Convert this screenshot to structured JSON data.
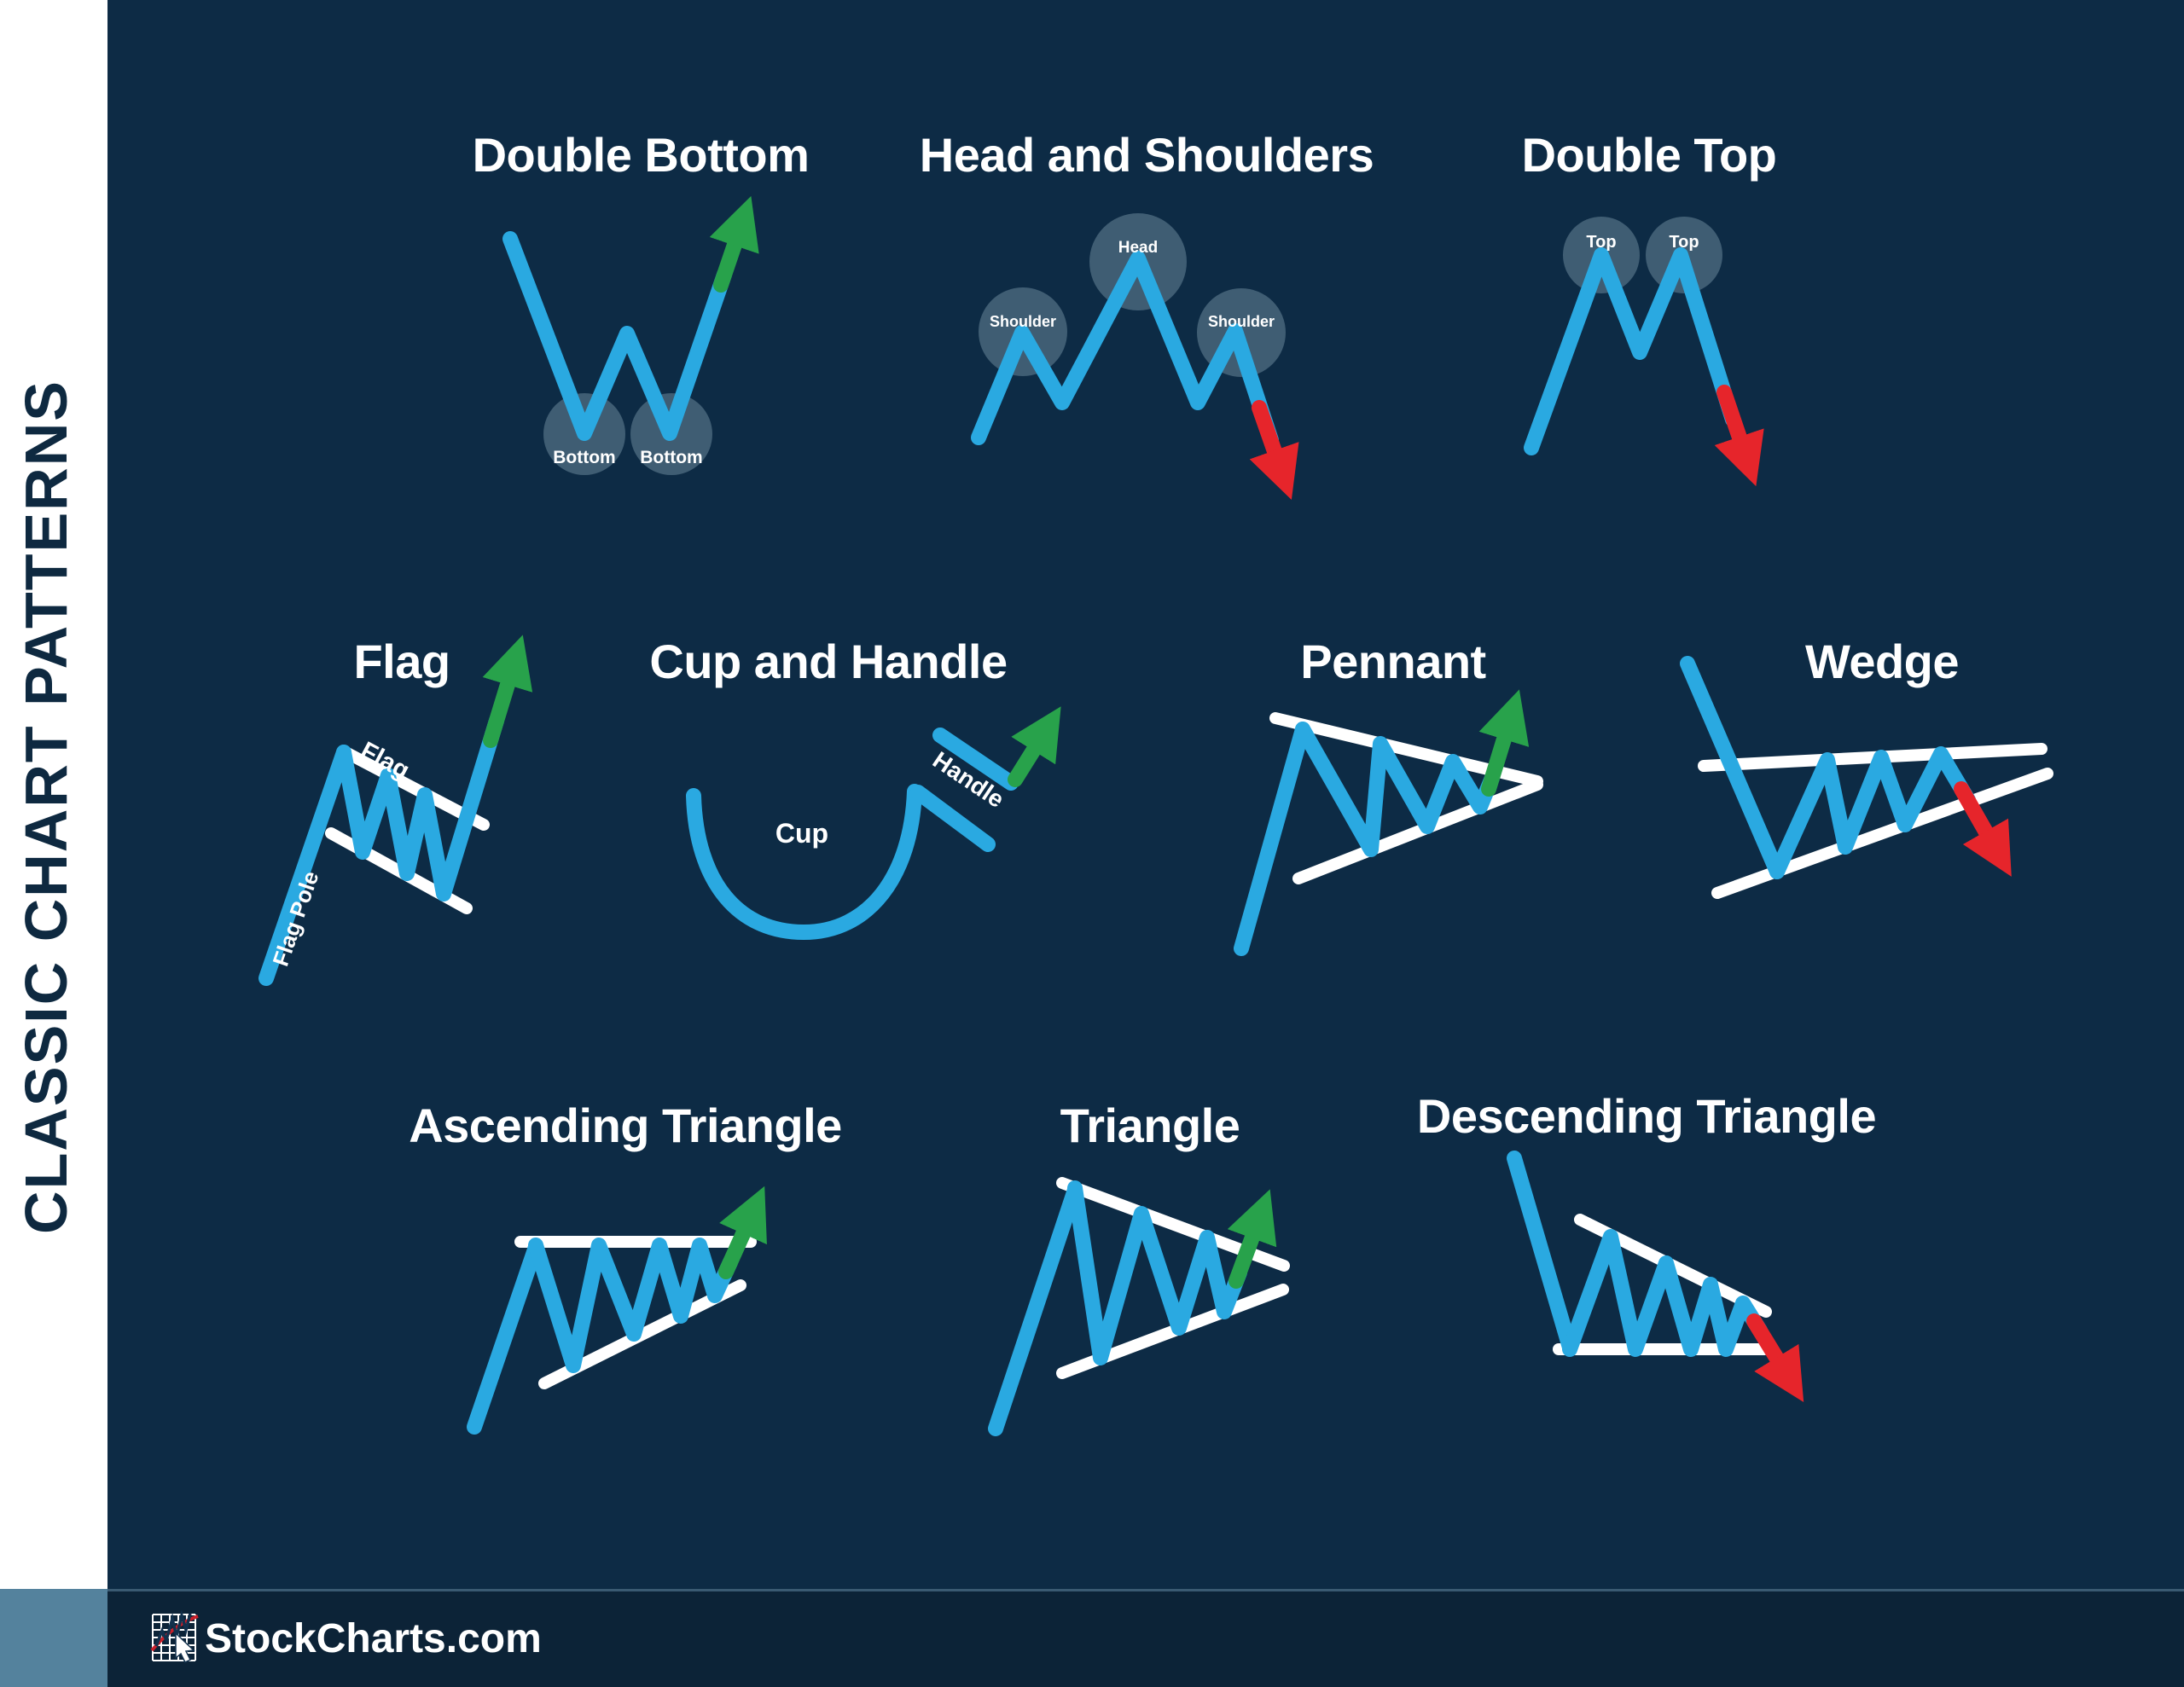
{
  "sidebar": {
    "title": "CLASSIC CHART PATTERNS"
  },
  "footer": {
    "brand": "StockCharts.com",
    "logo_icon": "stockcharts-grid-chart-icon"
  },
  "colors": {
    "background": "#0d2b45",
    "sidebar_background": "#ffffff",
    "sidebar_text": "#0e2940",
    "footer_background": "#0c2337",
    "corner_square": "#54829d",
    "price_line_blue": "#2aa9e1",
    "up_arrow_green": "#28a24b",
    "down_arrow_red": "#e6252b",
    "trend_line_white": "#ffffff",
    "annotation_circle": "#3f5d73"
  },
  "patterns": {
    "double_bottom": {
      "title": "Double Bottom",
      "breakout": "up",
      "labels": {
        "left": "Bottom",
        "right": "Bottom"
      }
    },
    "head_and_shoulders": {
      "title": "Head and Shoulders",
      "breakout": "down",
      "labels": {
        "left": "Shoulder",
        "center": "Head",
        "right": "Shoulder"
      }
    },
    "double_top": {
      "title": "Double Top",
      "breakout": "down",
      "labels": {
        "left": "Top",
        "right": "Top"
      }
    },
    "flag": {
      "title": "Flag",
      "breakout": "up",
      "labels": {
        "flag": "Flag",
        "pole": "Flag Pole"
      }
    },
    "cup_and_handle": {
      "title": "Cup and Handle",
      "breakout": "up",
      "labels": {
        "cup": "Cup",
        "handle": "Handle"
      }
    },
    "pennant": {
      "title": "Pennant",
      "breakout": "up"
    },
    "wedge": {
      "title": "Wedge",
      "breakout": "down"
    },
    "ascending_triangle": {
      "title": "Ascending Triangle",
      "breakout": "up"
    },
    "triangle": {
      "title": "Triangle",
      "breakout": "up"
    },
    "descending_triangle": {
      "title": "Descending Triangle",
      "breakout": "down"
    }
  }
}
